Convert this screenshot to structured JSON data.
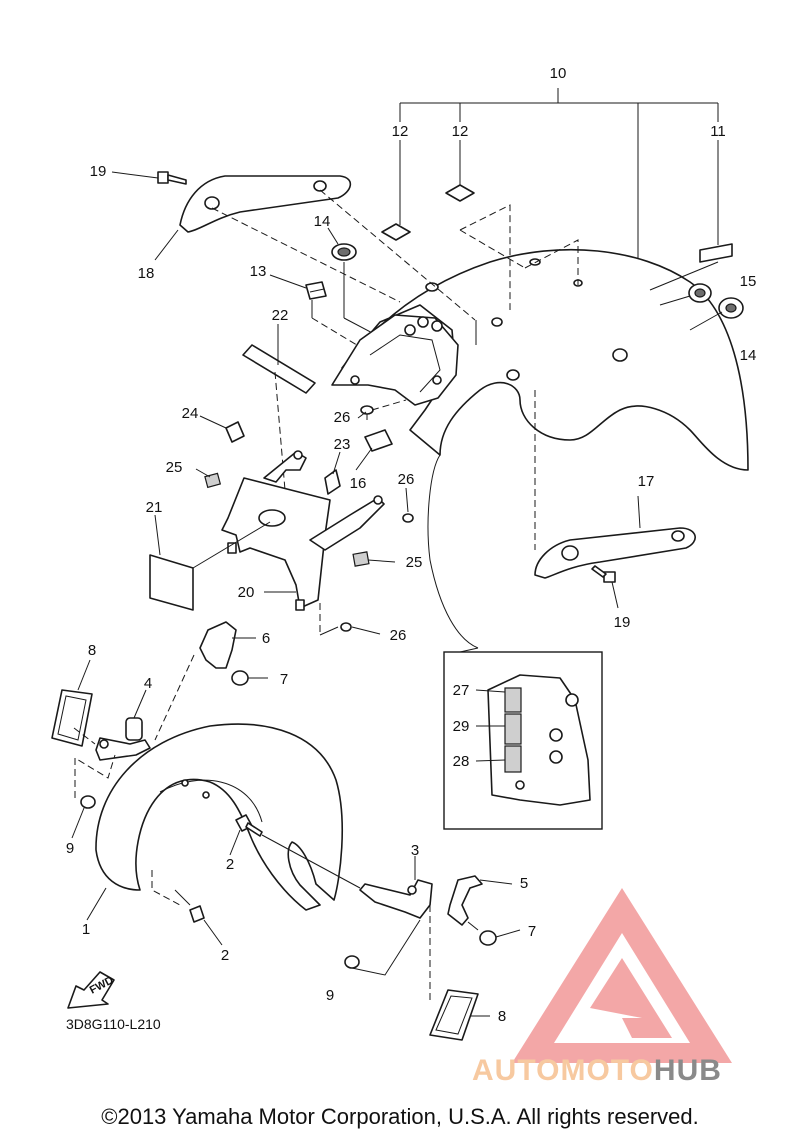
{
  "diagram_code": "3D8G110-L210",
  "copyright": "©2013 Yamaha Motor Corporation, U.S.A. All rights reserved.",
  "fwd_label": "FWD",
  "watermark": {
    "part1": "AUTOMOTO",
    "part2": "HUB",
    "accent": "#f08a8a",
    "text_color": "#f7c9a0",
    "hub_color": "#8a8a8a"
  },
  "callouts": {
    "c1": "1",
    "c2a": "2",
    "c2b": "2",
    "c3": "3",
    "c4": "4",
    "c5": "5",
    "c6": "6",
    "c7a": "7",
    "c7b": "7",
    "c8a": "8",
    "c8b": "8",
    "c9a": "9",
    "c9b": "9",
    "c10": "10",
    "c11": "11",
    "c12a": "12",
    "c12b": "12",
    "c13": "13",
    "c14a": "14",
    "c14b": "14",
    "c15": "15",
    "c16": "16",
    "c17": "17",
    "c18": "18",
    "c19a": "19",
    "c19b": "19",
    "c20": "20",
    "c21": "21",
    "c22": "22",
    "c23": "23",
    "c24": "24",
    "c25a": "25",
    "c25b": "25",
    "c26a": "26",
    "c26b": "26",
    "c26c": "26",
    "c27": "27",
    "c28": "28",
    "c29": "29"
  }
}
